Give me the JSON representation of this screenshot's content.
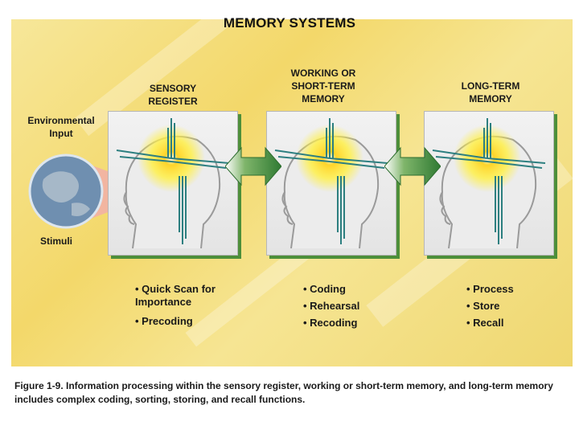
{
  "title": "MEMORY SYSTEMS",
  "input_label": "Environmental Input",
  "stimuli_label": "Stimuli",
  "stages": [
    {
      "heading": "SENSORY REGISTER",
      "items": [
        "Quick Scan for Importance",
        "Precoding"
      ]
    },
    {
      "heading": "WORKING OR SHORT-TERM MEMORY",
      "items": [
        "Coding",
        "Rehearsal",
        "Recoding"
      ]
    },
    {
      "heading": "LONG-TERM MEMORY",
      "items": [
        "Process",
        "Store",
        "Recall"
      ]
    }
  ],
  "caption": "Figure 1-9. Information processing within the sensory register, working or short-term memory, and long-term memory includes complex coding, sorting, storing, and recall functions.",
  "colors": {
    "background": "#f3d86a",
    "panel_shadow": "#4d8f3a",
    "arrow_green": "#3f8a3a",
    "glow": "#ffe33b",
    "circuit": "#2d7f80"
  }
}
